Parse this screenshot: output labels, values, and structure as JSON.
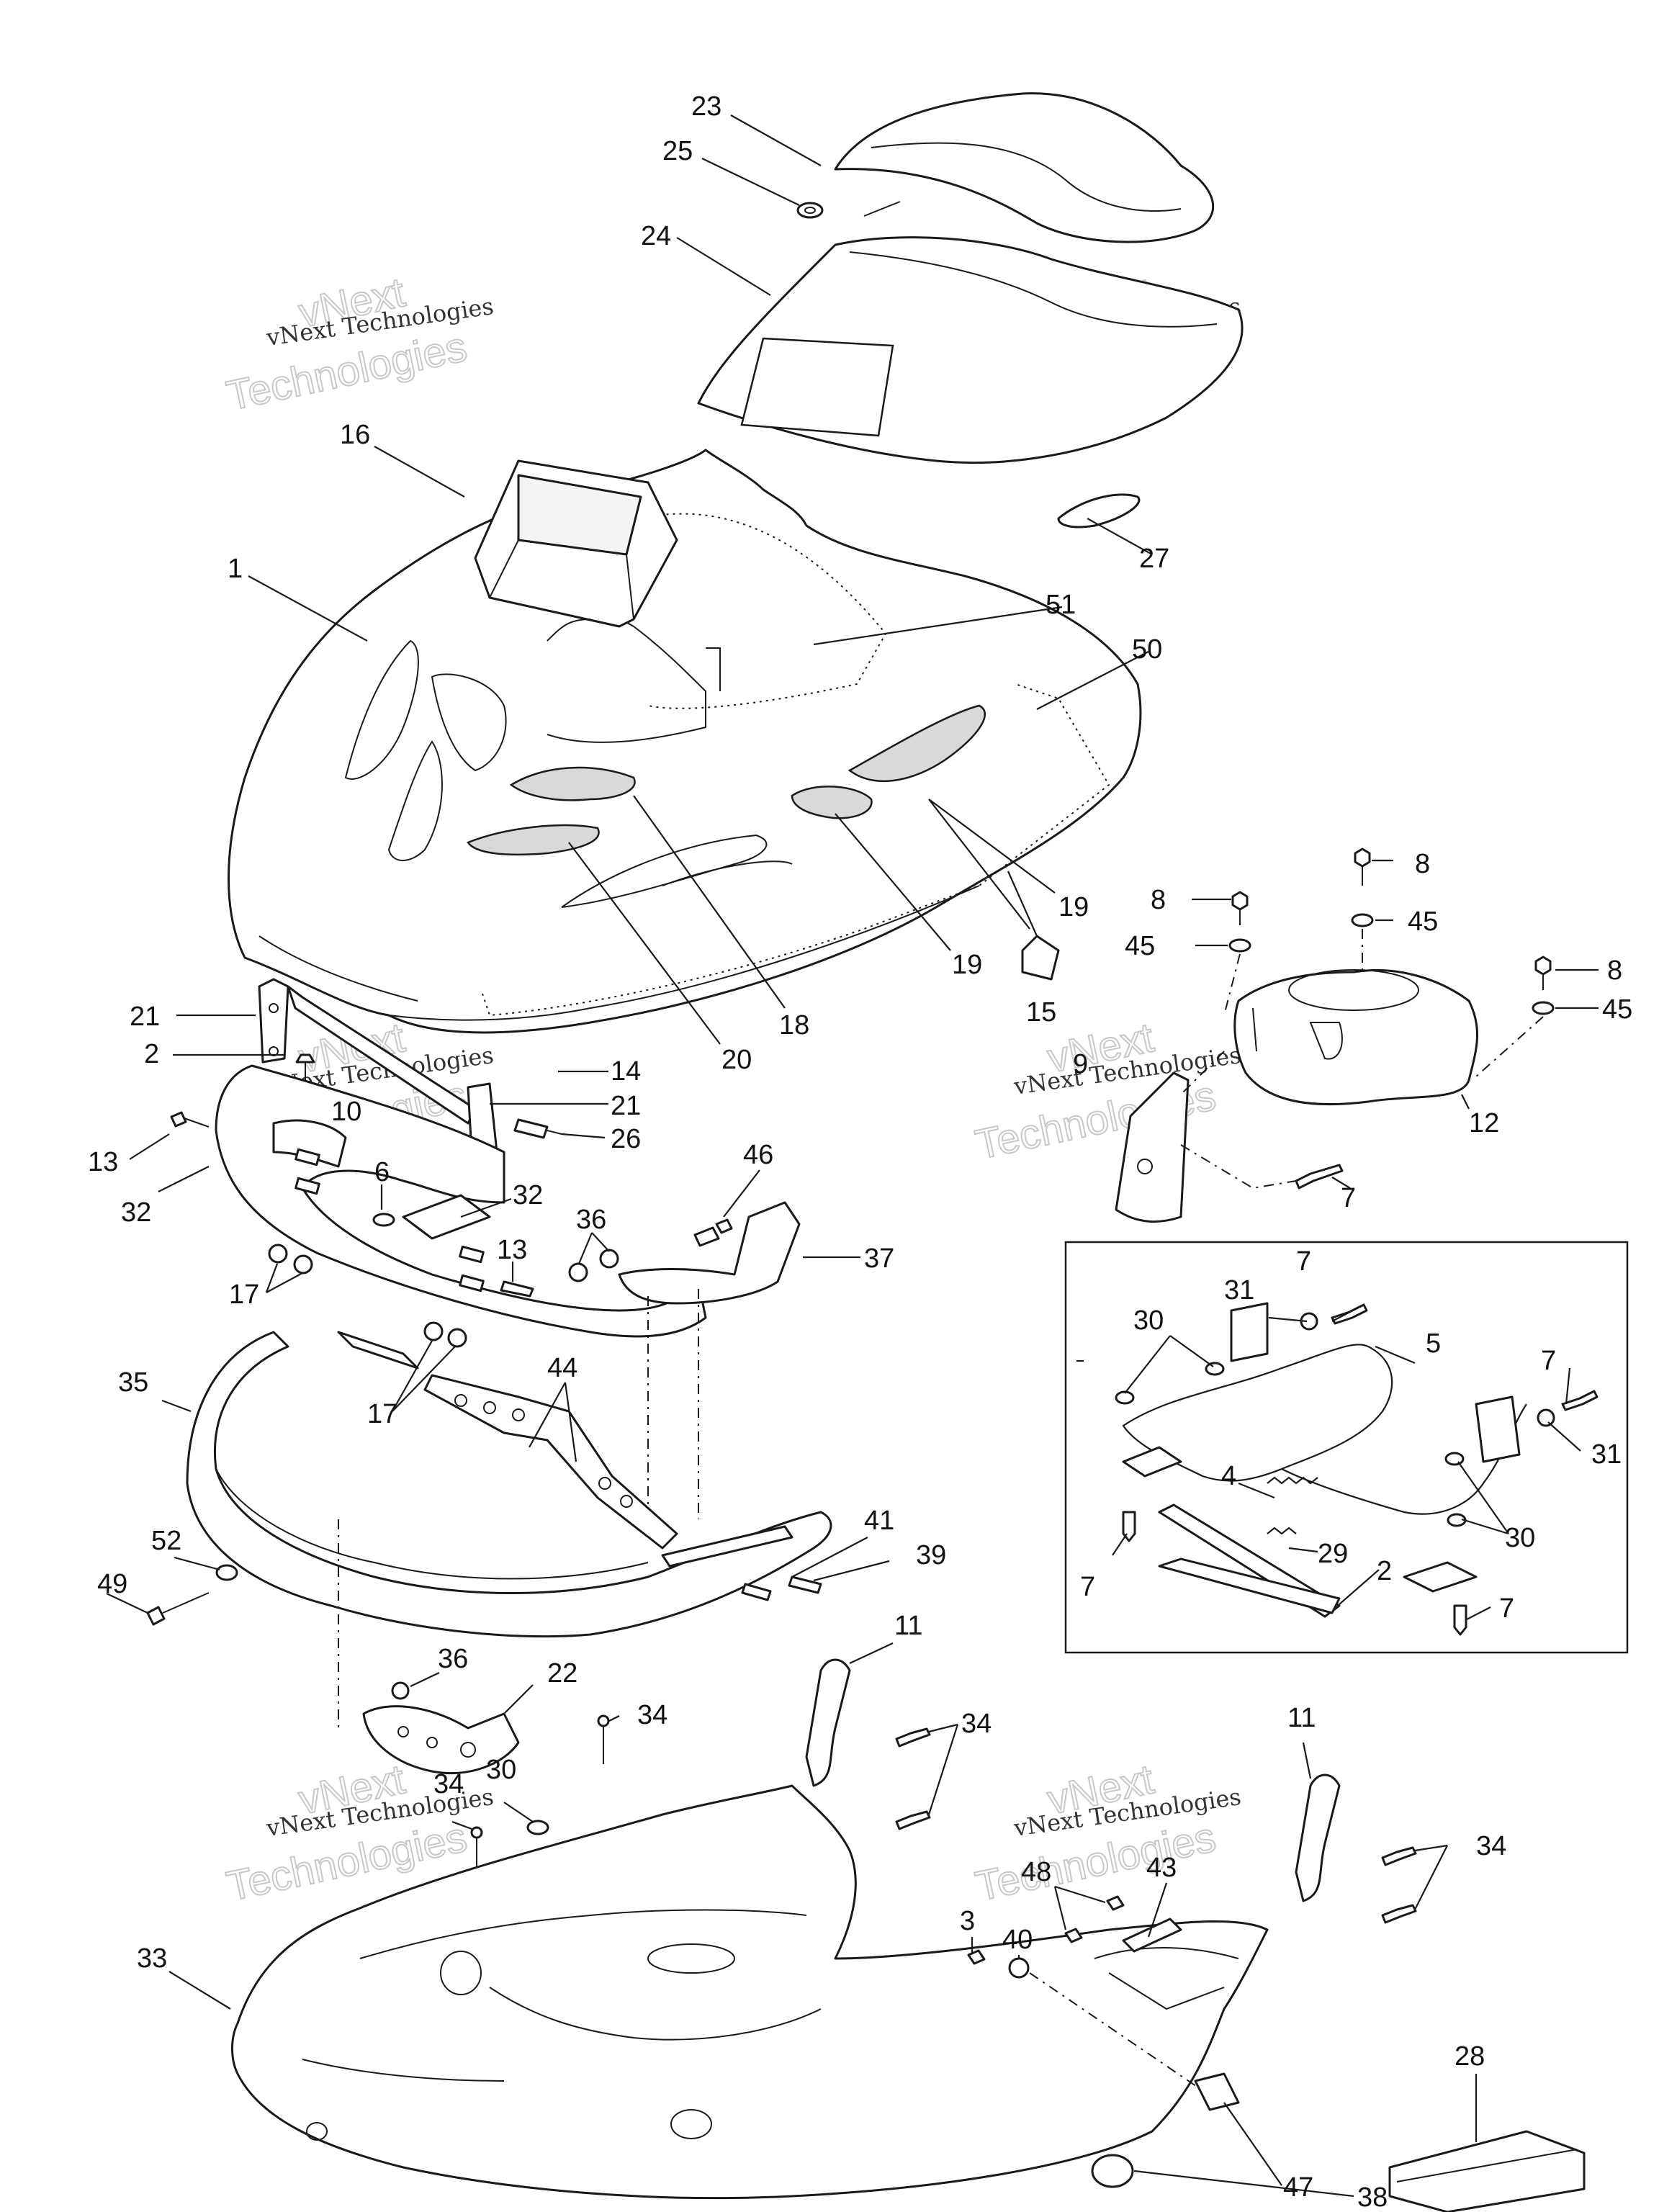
{
  "diagram": {
    "watermark_lines": [
      "vNext Technologies",
      "vNext",
      "Technologies"
    ],
    "colors": {
      "line": "#1a1a1a",
      "shade": "#d9d9d9",
      "watermark": "#c8c8c8"
    },
    "callouts": [
      {
        "id": "c23",
        "label": "23"
      },
      {
        "id": "c25",
        "label": "25"
      },
      {
        "id": "c24",
        "label": "24"
      },
      {
        "id": "c16",
        "label": "16"
      },
      {
        "id": "c1",
        "label": "1"
      },
      {
        "id": "c27",
        "label": "27"
      },
      {
        "id": "c51",
        "label": "51"
      },
      {
        "id": "c50",
        "label": "50"
      },
      {
        "id": "c8a",
        "label": "8"
      },
      {
        "id": "c8b",
        "label": "8"
      },
      {
        "id": "c45a",
        "label": "45"
      },
      {
        "id": "c45b",
        "label": "45"
      },
      {
        "id": "c8c",
        "label": "8"
      },
      {
        "id": "c45c",
        "label": "45"
      },
      {
        "id": "c19a",
        "label": "19"
      },
      {
        "id": "c19b",
        "label": "19"
      },
      {
        "id": "c15",
        "label": "15"
      },
      {
        "id": "c18",
        "label": "18"
      },
      {
        "id": "c20",
        "label": "20"
      },
      {
        "id": "c21a",
        "label": "21"
      },
      {
        "id": "c2a",
        "label": "2"
      },
      {
        "id": "c14",
        "label": "14"
      },
      {
        "id": "c10",
        "label": "10"
      },
      {
        "id": "c21b",
        "label": "21"
      },
      {
        "id": "c26",
        "label": "26"
      },
      {
        "id": "c13a",
        "label": "13"
      },
      {
        "id": "c9",
        "label": "9"
      },
      {
        "id": "c12",
        "label": "12"
      },
      {
        "id": "c6",
        "label": "6"
      },
      {
        "id": "c32a",
        "label": "32"
      },
      {
        "id": "c32b",
        "label": "32"
      },
      {
        "id": "c46",
        "label": "46"
      },
      {
        "id": "c7a",
        "label": "7"
      },
      {
        "id": "c36a",
        "label": "36"
      },
      {
        "id": "c13b",
        "label": "13"
      },
      {
        "id": "c37",
        "label": "37"
      },
      {
        "id": "c17a",
        "label": "17"
      },
      {
        "id": "c7b",
        "label": "7"
      },
      {
        "id": "c31a",
        "label": "31"
      },
      {
        "id": "c30a",
        "label": "30"
      },
      {
        "id": "c5",
        "label": "5"
      },
      {
        "id": "c7c",
        "label": "7"
      },
      {
        "id": "c31b",
        "label": "31"
      },
      {
        "id": "c44",
        "label": "44"
      },
      {
        "id": "c35",
        "label": "35"
      },
      {
        "id": "c17b",
        "label": "17"
      },
      {
        "id": "c4",
        "label": "4"
      },
      {
        "id": "c30b",
        "label": "30"
      },
      {
        "id": "c29",
        "label": "29"
      },
      {
        "id": "c2b",
        "label": "2"
      },
      {
        "id": "c7d",
        "label": "7"
      },
      {
        "id": "c7e",
        "label": "7"
      },
      {
        "id": "c41",
        "label": "41"
      },
      {
        "id": "c52",
        "label": "52"
      },
      {
        "id": "c39",
        "label": "39"
      },
      {
        "id": "c49",
        "label": "49"
      },
      {
        "id": "c11a",
        "label": "11"
      },
      {
        "id": "c36b",
        "label": "36"
      },
      {
        "id": "c22",
        "label": "22"
      },
      {
        "id": "c34a",
        "label": "34"
      },
      {
        "id": "c34b",
        "label": "34"
      },
      {
        "id": "c30c",
        "label": "30"
      },
      {
        "id": "c34c",
        "label": "34"
      },
      {
        "id": "c11b",
        "label": "11"
      },
      {
        "id": "c34d",
        "label": "34"
      },
      {
        "id": "c48",
        "label": "48"
      },
      {
        "id": "c43",
        "label": "43"
      },
      {
        "id": "c3",
        "label": "3"
      },
      {
        "id": "c40",
        "label": "40"
      },
      {
        "id": "c33",
        "label": "33"
      },
      {
        "id": "c28",
        "label": "28"
      },
      {
        "id": "c47",
        "label": "47"
      },
      {
        "id": "c38",
        "label": "38"
      }
    ]
  }
}
